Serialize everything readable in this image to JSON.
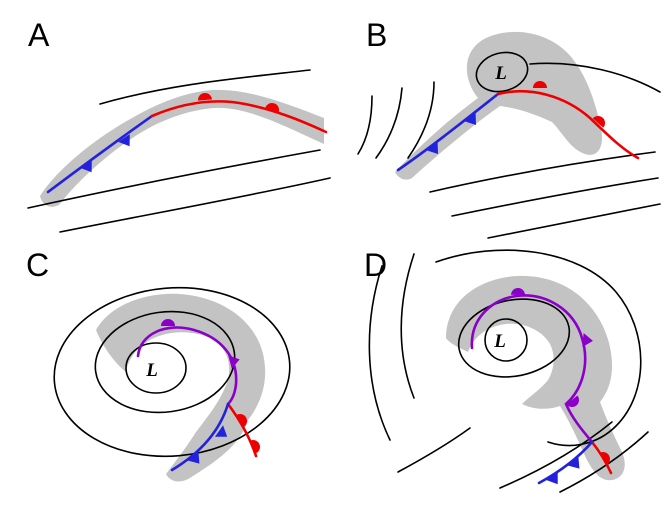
{
  "figure": {
    "background": "#ffffff",
    "colors": {
      "isobar": "#000000",
      "cloud_shading": "#c3c3c3",
      "warm_front": "#ee0000",
      "cold_front": "#2222dd",
      "occluded_front": "#8a00c8",
      "text": "#000000"
    },
    "panels": {
      "a": {
        "label": "A"
      },
      "b": {
        "label": "B",
        "low_label": "L"
      },
      "c": {
        "label": "C",
        "low_label": "L"
      },
      "d": {
        "label": "D",
        "low_label": "L"
      }
    }
  }
}
